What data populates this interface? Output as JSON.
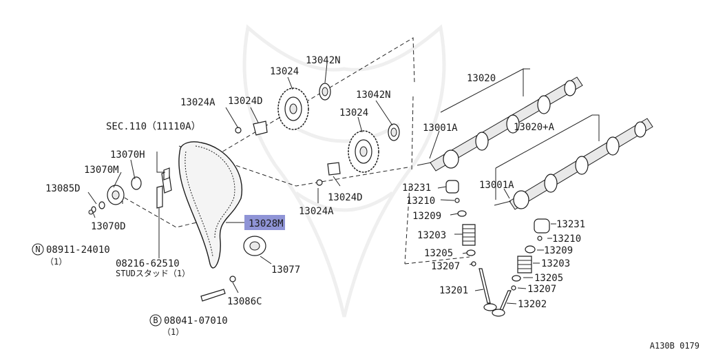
{
  "labels": {
    "p13042n_top": "13042N",
    "p13024_top": "13024",
    "p13024a_top": "13024A",
    "p13024d_top": "13024D",
    "p13042n_mid": "13042N",
    "p13024_mid": "13024",
    "p13024d_mid": "13024D",
    "p13024a_mid": "13024A",
    "sec110": "SEC.110（11110A）",
    "p13070h": "13070H",
    "p13070m": "13070M",
    "p13085d": "13085D",
    "p13070d": "13070D",
    "p13028m": "13028M",
    "p08911": "08911-24010",
    "p08911_qty": "（1）",
    "p08216": "08216-62510",
    "stud": "STUDスタッド（1）",
    "p13077": "13077",
    "p13086c": "13086C",
    "p08041": "08041-07010",
    "p08041_qty": "（1）",
    "p13020": "13020",
    "p13001a_top": "13001A",
    "p13020a": "13020+A",
    "p13231_l": "13231",
    "p13210_l": "13210",
    "p13209_l": "13209",
    "p13001a_bot": "13001A",
    "p13203_l": "13203",
    "p13205_l": "13205",
    "p13207_l": "13207",
    "p13201": "13201",
    "p13231_r": "13231",
    "p13210_r": "13210",
    "p13209_r": "13209",
    "p13203_r": "13203",
    "p13205_r": "13205",
    "p13207_r": "13207",
    "p13202": "13202",
    "ref_code": "A130B 0179"
  },
  "markers": {
    "nut": "N",
    "bolt": "B"
  },
  "highlight_color": "#8f94d6"
}
